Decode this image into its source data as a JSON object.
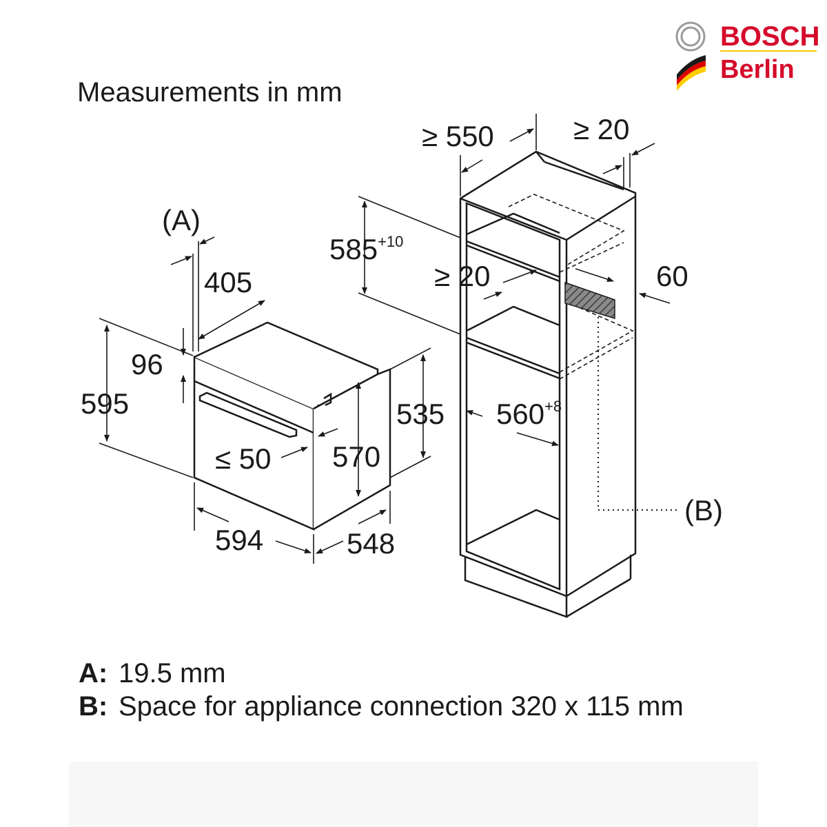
{
  "title": "Measurements in mm",
  "brand": {
    "name": "BOSCH",
    "sub": "Berlin",
    "red": "#d50b2b",
    "flag": [
      "#1a1a1a",
      "#dd0000",
      "#ffcc00"
    ]
  },
  "oven": {
    "niche_depth": "405",
    "top_offset": "96",
    "total_height": "595",
    "door_gap": "≤ 50",
    "body_height": "570",
    "body_depth": "535",
    "width": "594",
    "depth": "548",
    "panel_marker": "(A)"
  },
  "cabinet": {
    "min_depth": "≥ 550",
    "min_rear_gap": "≥ 20",
    "niche_height": "585",
    "niche_height_tol": "+10",
    "min_shelf_gap": "≥ 20",
    "vent_depth": "60",
    "niche_width": "560",
    "niche_width_tol": "+8",
    "connection_marker": "(B)"
  },
  "legend": {
    "a_key": "A:",
    "a_text": "19.5 mm",
    "b_key": "B:",
    "b_text": "Space for appliance connection 320 x 115 mm"
  }
}
